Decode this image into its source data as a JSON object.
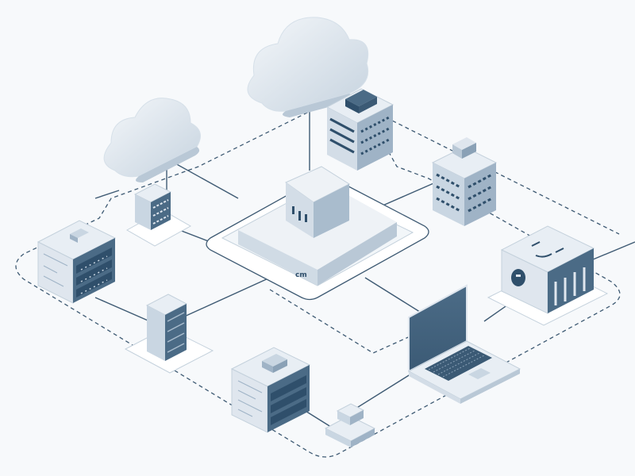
{
  "diagram": {
    "hub_label": "cm",
    "colors": {
      "background": "#f7f9fb",
      "light_face": "#e8eef4",
      "mid_face": "#c9d6e2",
      "dark_face": "#4b6b86",
      "navy": "#2f4f6b",
      "line": "#3e5a73",
      "platform": "#f2f6f9"
    },
    "nodes": [
      {
        "name": "cloud-large",
        "icon": "cloud-icon"
      },
      {
        "name": "cloud-small",
        "icon": "cloud-icon"
      },
      {
        "name": "central-hub",
        "icon": "server-hub-icon"
      },
      {
        "name": "server-rack-top",
        "icon": "server-rack-icon"
      },
      {
        "name": "server-rack-right",
        "icon": "server-rack-icon"
      },
      {
        "name": "storage-cabinet-right",
        "icon": "storage-icon"
      },
      {
        "name": "laptop",
        "icon": "laptop-icon"
      },
      {
        "name": "server-tower",
        "icon": "server-tower-icon"
      },
      {
        "name": "server-cabinet-left",
        "icon": "server-cabinet-icon"
      },
      {
        "name": "small-server",
        "icon": "server-icon"
      },
      {
        "name": "server-cabinet-bottom",
        "icon": "server-cabinet-icon"
      },
      {
        "name": "network-switch",
        "icon": "switch-icon"
      }
    ]
  }
}
